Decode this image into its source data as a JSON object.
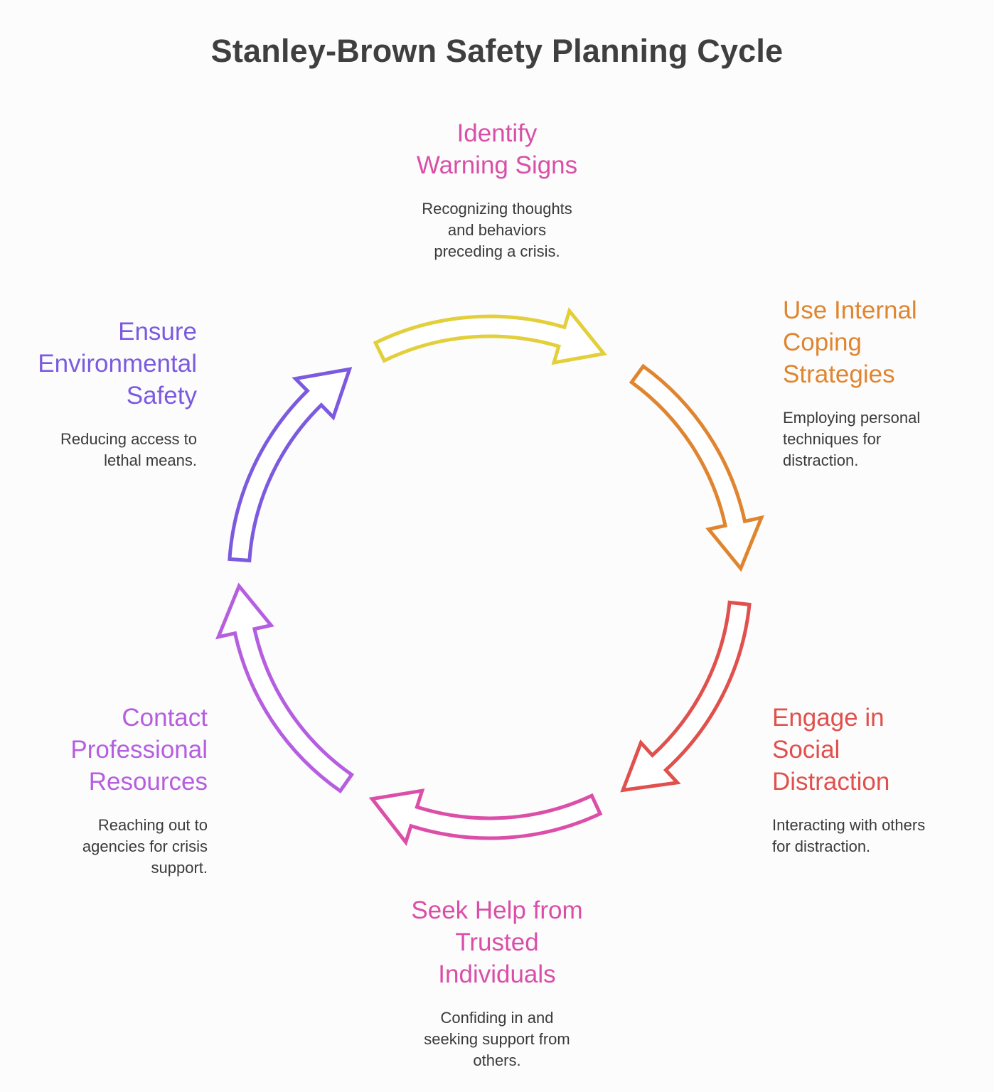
{
  "title": "Stanley-Brown Safety Planning Cycle",
  "steps": [
    {
      "heading": [
        "Identify",
        "Warning Signs"
      ],
      "description": [
        "Recognizing thoughts",
        "and behaviors",
        "preceding a crisis."
      ],
      "color": "#d94fa8"
    },
    {
      "heading": [
        "Use Internal",
        "Coping",
        "Strategies"
      ],
      "description": [
        "Employing personal",
        "techniques for",
        "distraction."
      ],
      "color": "#e0852f"
    },
    {
      "heading": [
        "Engage in",
        "Social",
        "Distraction"
      ],
      "description": [
        "Interacting with others",
        "for distraction."
      ],
      "color": "#e0504c"
    },
    {
      "heading": [
        "Seek Help from",
        "Trusted",
        "Individuals"
      ],
      "description": [
        "Confiding in and",
        "seeking support from",
        "others."
      ],
      "color": "#d94fa8"
    },
    {
      "heading": [
        "Contact",
        "Professional",
        "Resources"
      ],
      "description": [
        "Reaching out to",
        "agencies for crisis",
        "support."
      ],
      "color": "#b55ee0"
    },
    {
      "heading": [
        "Ensure",
        "Environmental",
        "Safety"
      ],
      "description": [
        "Reducing access to",
        "lethal means."
      ],
      "color": "#7b5ae0"
    }
  ],
  "arrow_colors": [
    "#e2cf3a",
    "#e0852f",
    "#e0504c",
    "#dc4fa8",
    "#b55ee0",
    "#7b5ae0"
  ]
}
